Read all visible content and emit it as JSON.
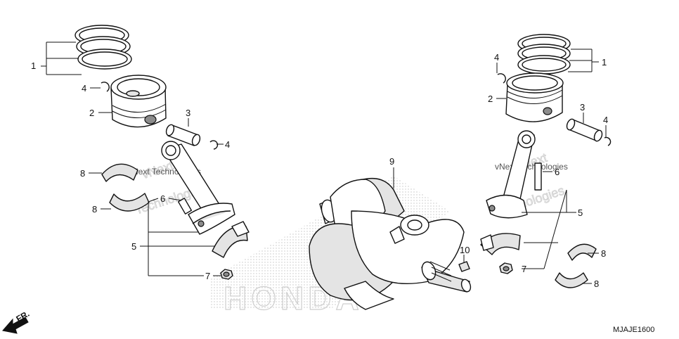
{
  "diagram": {
    "code": "MJAJE1600",
    "direction_label": "FR.",
    "brand_watermark": "HONDA",
    "watermark_text": [
      "vNext Technologies",
      "vNext Technologies"
    ],
    "callouts": [
      {
        "id": "l1",
        "text": "1"
      },
      {
        "id": "l4a",
        "text": "4"
      },
      {
        "id": "l2",
        "text": "2"
      },
      {
        "id": "l3",
        "text": "3"
      },
      {
        "id": "l4b",
        "text": "4"
      },
      {
        "id": "l8a",
        "text": "8"
      },
      {
        "id": "l8b",
        "text": "8"
      },
      {
        "id": "l6",
        "text": "6"
      },
      {
        "id": "l5",
        "text": "5"
      },
      {
        "id": "l7",
        "text": "7"
      },
      {
        "id": "l9",
        "text": "9"
      },
      {
        "id": "l10",
        "text": "10"
      },
      {
        "id": "r4a",
        "text": "4"
      },
      {
        "id": "r1",
        "text": "1"
      },
      {
        "id": "r2",
        "text": "2"
      },
      {
        "id": "r3",
        "text": "3"
      },
      {
        "id": "r4b",
        "text": "4"
      },
      {
        "id": "r6",
        "text": "6"
      },
      {
        "id": "r5",
        "text": "5"
      },
      {
        "id": "r8a",
        "text": "8"
      },
      {
        "id": "r7",
        "text": "7"
      },
      {
        "id": "r8b",
        "text": "8"
      }
    ]
  }
}
